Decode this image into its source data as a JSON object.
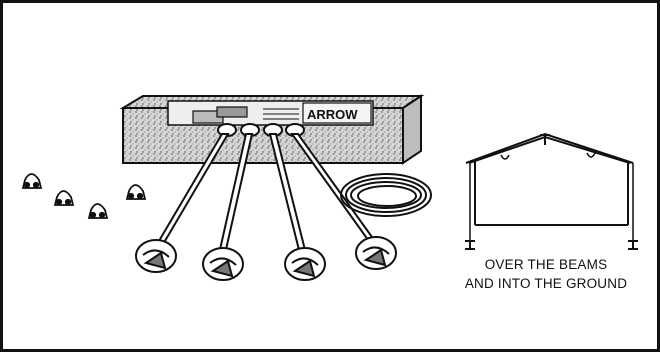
{
  "kit": {
    "brand_label": "ARROW"
  },
  "caption": {
    "line1": "OVER THE BEAMS",
    "line2": "AND INTO THE GROUND"
  },
  "colors": {
    "ink": "#111111",
    "paper": "#ffffff",
    "box_shade": "#9a9a9a"
  }
}
